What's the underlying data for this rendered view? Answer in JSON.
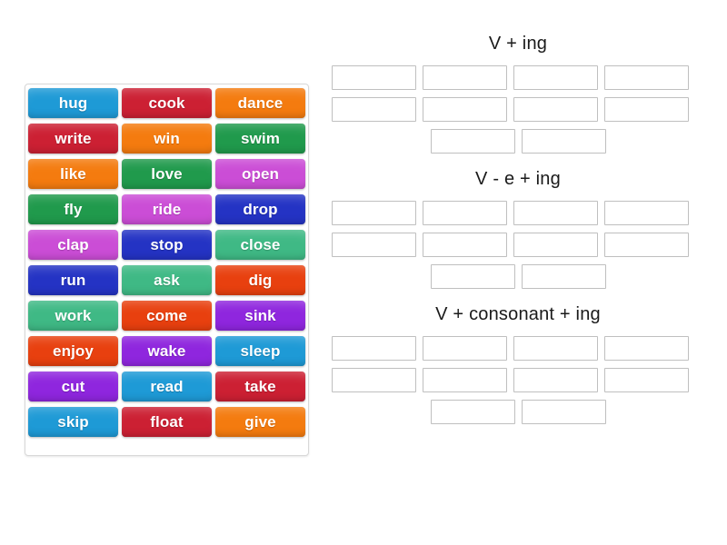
{
  "activity": {
    "type": "group-sort",
    "colors": {
      "sky_blue": "#1e9ad6",
      "crimson": "#cc2033",
      "orange": "#f47b0f",
      "green": "#209a4c",
      "orchid": "#cb4dd6",
      "navy": "#2433c4",
      "mint": "#3fb985",
      "red_orange": "#e8400f",
      "purple": "#8f26de"
    }
  },
  "word_bank": {
    "tiles": [
      {
        "label": "hug",
        "color": "#1e9ad6"
      },
      {
        "label": "cook",
        "color": "#cc2033"
      },
      {
        "label": "dance",
        "color": "#f47b0f"
      },
      {
        "label": "write",
        "color": "#cc2033"
      },
      {
        "label": "win",
        "color": "#f47b0f"
      },
      {
        "label": "swim",
        "color": "#209a4c"
      },
      {
        "label": "like",
        "color": "#f47b0f"
      },
      {
        "label": "love",
        "color": "#209a4c"
      },
      {
        "label": "open",
        "color": "#cb4dd6"
      },
      {
        "label": "fly",
        "color": "#209a4c"
      },
      {
        "label": "ride",
        "color": "#cb4dd6"
      },
      {
        "label": "drop",
        "color": "#2433c4"
      },
      {
        "label": "clap",
        "color": "#cb4dd6"
      },
      {
        "label": "stop",
        "color": "#2433c4"
      },
      {
        "label": "close",
        "color": "#3fb985"
      },
      {
        "label": "run",
        "color": "#2433c4"
      },
      {
        "label": "ask",
        "color": "#3fb985"
      },
      {
        "label": "dig",
        "color": "#e8400f"
      },
      {
        "label": "work",
        "color": "#3fb985"
      },
      {
        "label": "come",
        "color": "#e8400f"
      },
      {
        "label": "sink",
        "color": "#8f26de"
      },
      {
        "label": "enjoy",
        "color": "#e8400f"
      },
      {
        "label": "wake",
        "color": "#8f26de"
      },
      {
        "label": "sleep",
        "color": "#1e9ad6"
      },
      {
        "label": "cut",
        "color": "#8f26de"
      },
      {
        "label": "read",
        "color": "#1e9ad6"
      },
      {
        "label": "take",
        "color": "#cc2033"
      },
      {
        "label": "skip",
        "color": "#1e9ad6"
      },
      {
        "label": "float",
        "color": "#cc2033"
      },
      {
        "label": "give",
        "color": "#f47b0f"
      }
    ]
  },
  "groups": [
    {
      "title": "V + ing",
      "rows": [
        {
          "slots": [
            "",
            "",
            "",
            ""
          ],
          "centered": false
        },
        {
          "slots": [
            "",
            "",
            "",
            ""
          ],
          "centered": false
        },
        {
          "slots": [
            "",
            ""
          ],
          "centered": true
        }
      ]
    },
    {
      "title": "V - e + ing",
      "rows": [
        {
          "slots": [
            "",
            "",
            "",
            ""
          ],
          "centered": false
        },
        {
          "slots": [
            "",
            "",
            "",
            ""
          ],
          "centered": false
        },
        {
          "slots": [
            "",
            ""
          ],
          "centered": true
        }
      ]
    },
    {
      "title": "V + consonant + ing",
      "rows": [
        {
          "slots": [
            "",
            "",
            "",
            ""
          ],
          "centered": false
        },
        {
          "slots": [
            "",
            "",
            "",
            ""
          ],
          "centered": false
        },
        {
          "slots": [
            "",
            ""
          ],
          "centered": true
        }
      ]
    }
  ]
}
